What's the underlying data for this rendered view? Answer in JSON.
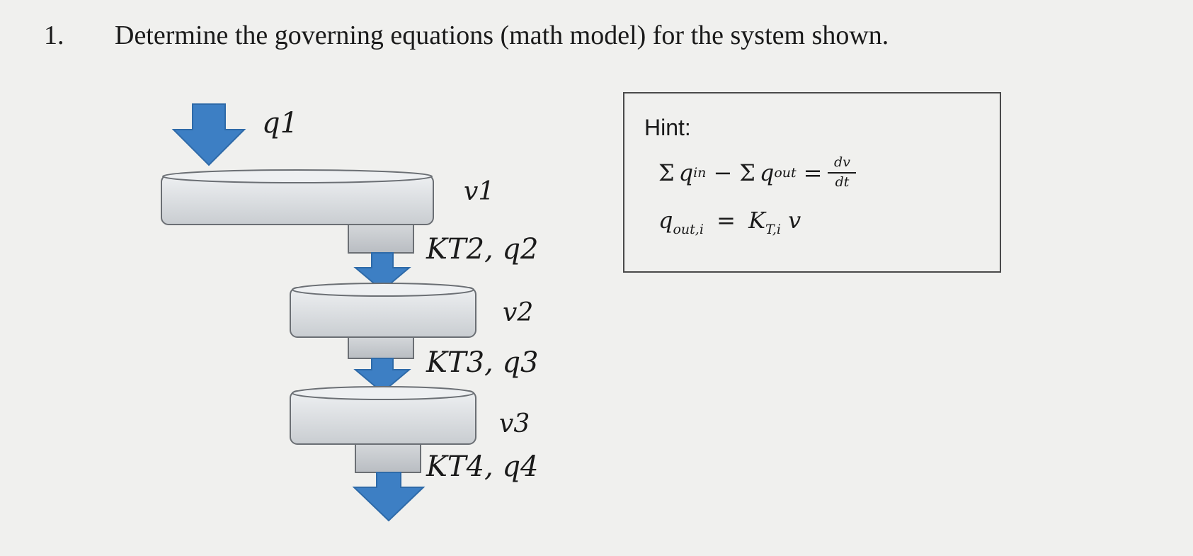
{
  "question": {
    "number": "1.",
    "text": "Determine the governing equations (math model) for the system shown."
  },
  "diagram": {
    "inflow_label": "q1",
    "tanks": [
      {
        "volume_label": "v1",
        "outlet_label": "KT2, q2"
      },
      {
        "volume_label": "v2",
        "outlet_label": "KT3, q3"
      },
      {
        "volume_label": "v3",
        "outlet_label": "KT4, q4"
      }
    ]
  },
  "hint": {
    "title": "Hint:",
    "eq1": {
      "sigma1": "Σ",
      "q_in": "q",
      "in_sub": "in",
      "minus": "−",
      "sigma2": "Σ",
      "q_out": "q",
      "out_sub": "out",
      "equals": "=",
      "numerator": "dv",
      "denominator": "dt"
    },
    "eq2": {
      "q": "q",
      "sub": "out,i",
      "equals": "=",
      "k": "K",
      "k_sub": "T,i",
      "v": "v"
    }
  },
  "colors": {
    "arrow": "#3d7fc4",
    "tank_fill": "#d9dcdf",
    "tank_top": "#eef0f2",
    "tank_stroke": "#6b6f74"
  }
}
